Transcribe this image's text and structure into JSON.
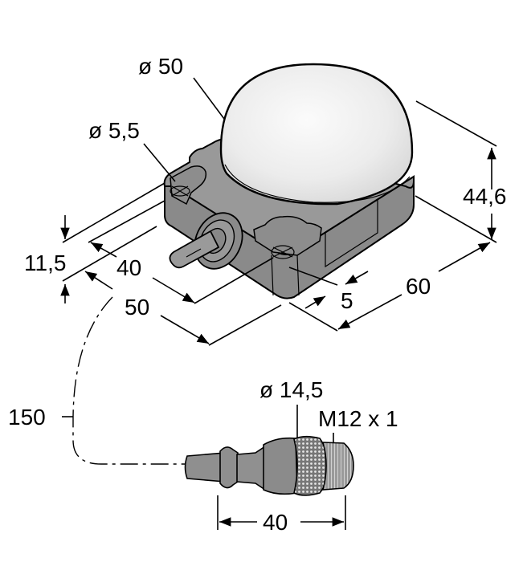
{
  "drawing": {
    "title": "Sensor housing with dome and M12 connector cable - dimension drawing",
    "units": "mm",
    "colors": {
      "housing": "#8f8f8f",
      "housing_dark": "#7a7a7a",
      "dome_light": "#f7f7f7",
      "dome_edge": "#cfcfcf",
      "line": "#000000",
      "background": "#ffffff"
    },
    "labels": {
      "dome_diameter": "ø 50",
      "hole_diameter": "ø 5,5",
      "base_height": "11,5",
      "hole_spacing": "40",
      "base_width": "50",
      "total_height": "44,6",
      "base_depth": "60",
      "hole_offset": "5",
      "cable_length": "150",
      "connector_diameter": "ø 14,5",
      "connector_thread": "M12 x 1",
      "connector_length": "40"
    }
  }
}
